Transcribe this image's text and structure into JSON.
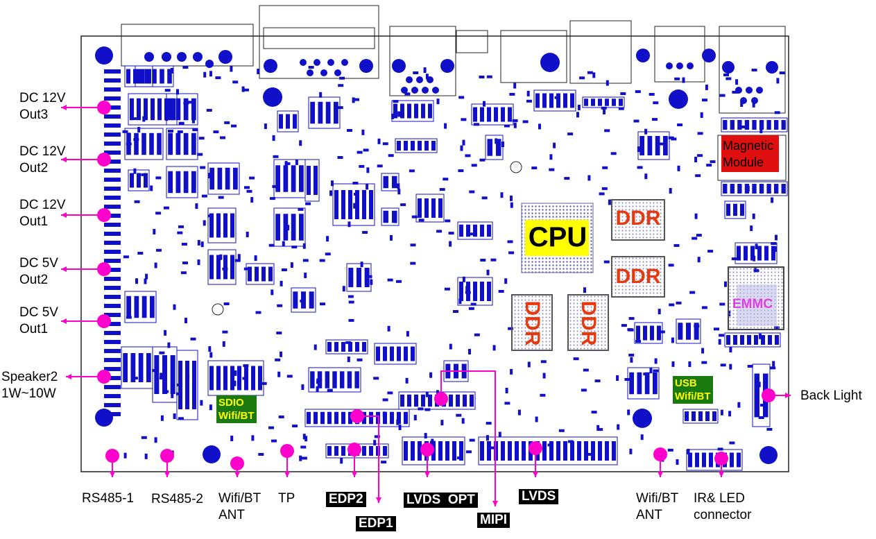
{
  "colors": {
    "board_blue": "#1010c8",
    "callout_magenta": "#ff00cc",
    "cpu_yellow": "#ffff00",
    "ddr_red": "#e53a10",
    "emmc_magenta": "#e040e0",
    "tag_green": "#1a7a10",
    "magnetic_red": "#e01010"
  },
  "chips": {
    "cpu": "CPU",
    "ddr": "DDR",
    "emmc": "EMMC",
    "magnetic": "Magnetic Module"
  },
  "wifi_tags": {
    "sdio_line1": "SDIO",
    "sdio_line2": "Wifi/BT",
    "usb_line1": "USB",
    "usb_line2": "Wifi/BT"
  },
  "left_labels": [
    {
      "line1": "DC 12V",
      "line2": "Out3"
    },
    {
      "line1": "DC 12V",
      "line2": "Out2"
    },
    {
      "line1": "DC 12V",
      "line2": "Out1"
    },
    {
      "line1": "DC 5V",
      "line2": "Out2"
    },
    {
      "line1": "DC 5V",
      "line2": "Out1"
    },
    {
      "line1": "Speaker2",
      "line2": "1W~10W"
    }
  ],
  "right_label": "Back Light",
  "bottom_labels": {
    "rs485_1": "RS485-1",
    "rs485_2": "RS485-2",
    "wifi_ant_left_1": "Wifi/BT",
    "wifi_ant_left_2": "ANT",
    "tp": "TP",
    "edp2": "EDP2",
    "edp1": "EDP1",
    "lvds_opt": "LVDS  OPT",
    "mipi": "MIPI",
    "lvds": "LVDS",
    "wifi_ant_right_1": "Wifi/BT",
    "wifi_ant_right_2": "ANT",
    "ir_led_1": "IR& LED",
    "ir_led_2": "connector"
  }
}
